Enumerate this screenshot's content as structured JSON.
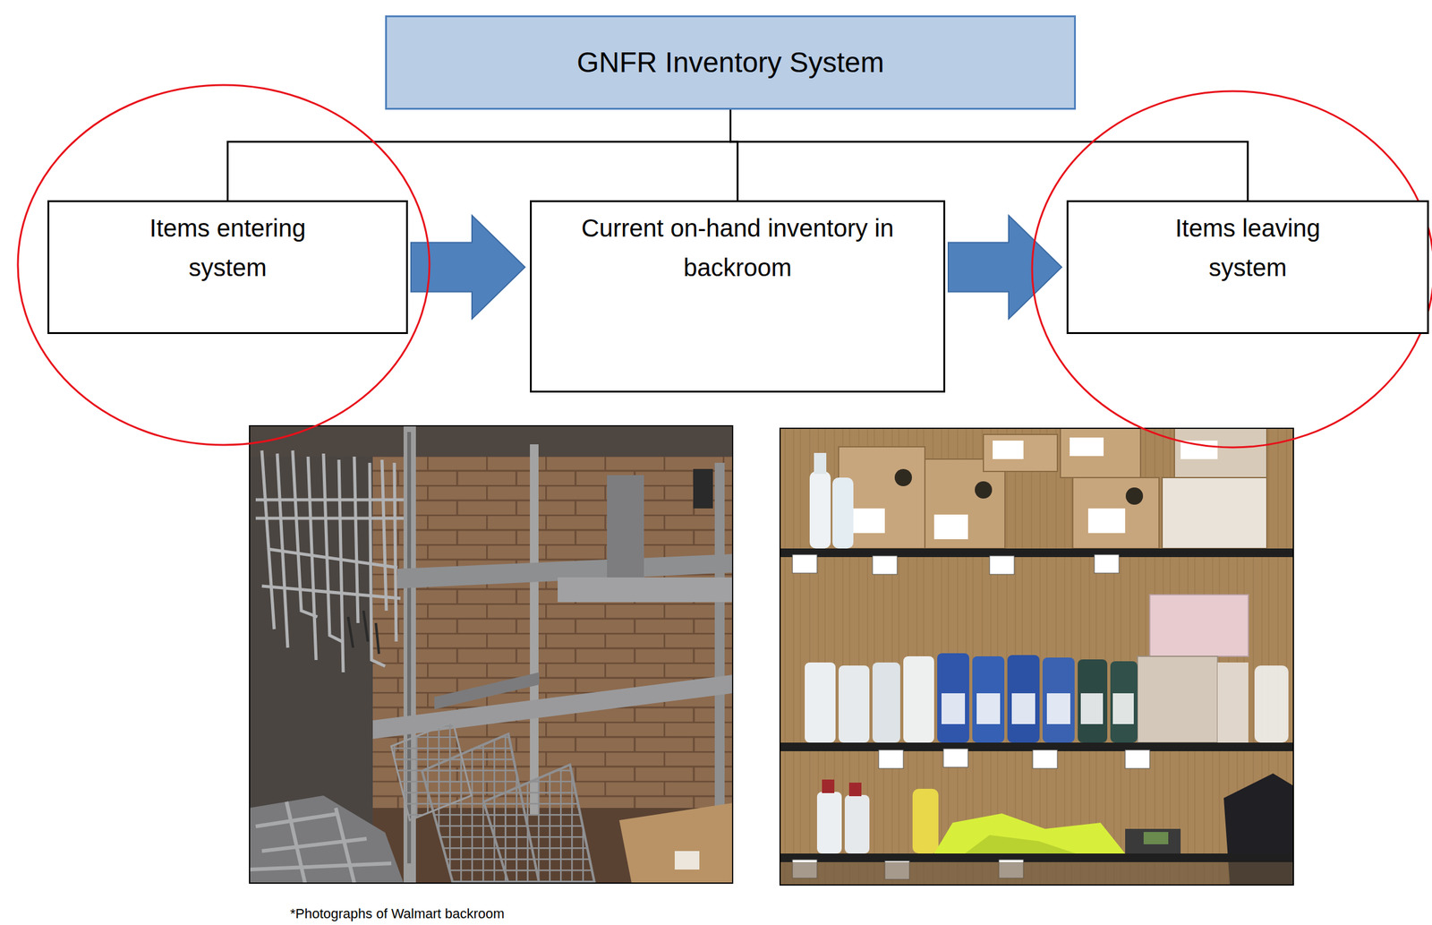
{
  "diagram": {
    "caption": "*Photographs of Walmart backroom",
    "nodes": [
      {
        "text": [
          "GNFR Inventory System"
        ]
      },
      {
        "text": [
          "Items entering system"
        ]
      },
      {
        "text": [
          "Current on-hand inventory in backroom"
        ]
      },
      {
        "text": [
          "Items leaving system"
        ]
      }
    ],
    "edges": [
      {
        "from": 0,
        "to": 1,
        "arrow": "none"
      },
      {
        "from": 0,
        "to": 2,
        "arrow": "none"
      },
      {
        "from": 0,
        "to": 3,
        "arrow": "none"
      },
      {
        "from": 1,
        "to": 2,
        "arrow": "to"
      },
      {
        "from": 2,
        "to": 3,
        "arrow": "to"
      }
    ]
  }
}
